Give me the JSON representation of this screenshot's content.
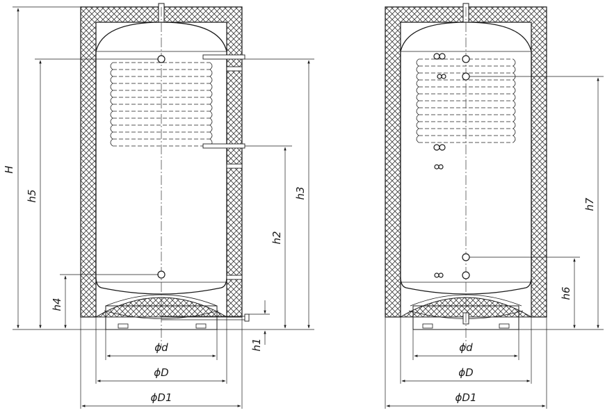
{
  "diagram": {
    "left_view": {
      "dimension_labels": {
        "H": "H",
        "h5": "h5",
        "h3": "h3",
        "h2": "h2",
        "h4": "h4",
        "h1": "h1",
        "d": "ϕd",
        "D": "ϕD",
        "D1": "ϕD1"
      }
    },
    "right_view": {
      "dimension_labels": {
        "h7": "h7",
        "h6": "h6",
        "d": "ϕd",
        "D": "ϕD",
        "D1": "ϕD1"
      }
    }
  }
}
